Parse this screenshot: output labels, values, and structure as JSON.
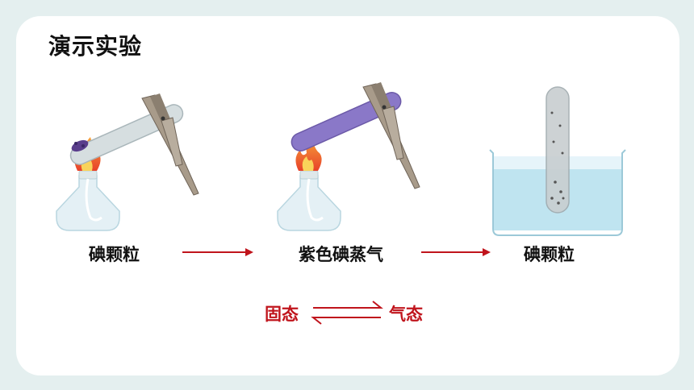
{
  "slide": {
    "title": "演示实验",
    "stage_labels": [
      "碘颗粒",
      "紫色碘蒸气",
      "碘颗粒"
    ],
    "state_left": "固态",
    "state_right": "气态"
  },
  "colors": {
    "background": "#e4efef",
    "card": "#ffffff",
    "arrow": "#c0141c",
    "iodine_vapor": "#8a78c8",
    "water": "#bfe4f0"
  }
}
